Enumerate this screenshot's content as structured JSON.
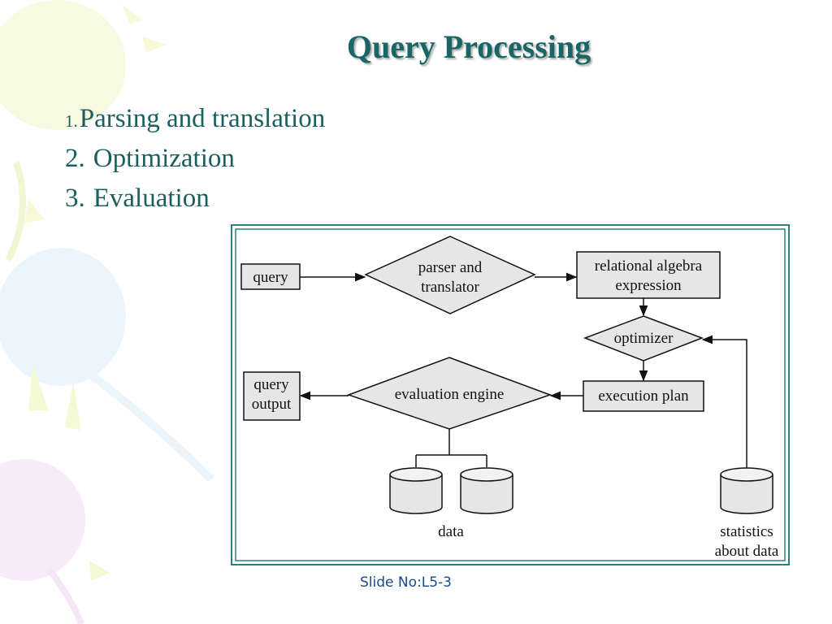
{
  "slide": {
    "title": "Query Processing",
    "items": [
      {
        "number": "1.",
        "text": "Parsing and translation"
      },
      {
        "number": "2.",
        "text": "Optimization"
      },
      {
        "number": "3.",
        "text": "Evaluation"
      }
    ],
    "footer": "Slide No:L5-3"
  },
  "diagram": {
    "query": "query",
    "parser": [
      "parser and",
      "translator"
    ],
    "relational": [
      "relational algebra",
      "expression"
    ],
    "optimizer": "optimizer",
    "execution_plan": "execution plan",
    "evaluation_engine": "evaluation engine",
    "query_output": [
      "query",
      "output"
    ],
    "data": "data",
    "statistics": [
      "statistics",
      "about data"
    ]
  },
  "colors": {
    "title": "#1a6666",
    "bullet_text": "#1a5f5f",
    "frame": "#2e8080",
    "node_fill": "#e6e6e6",
    "footer": "#1a4a8a"
  }
}
